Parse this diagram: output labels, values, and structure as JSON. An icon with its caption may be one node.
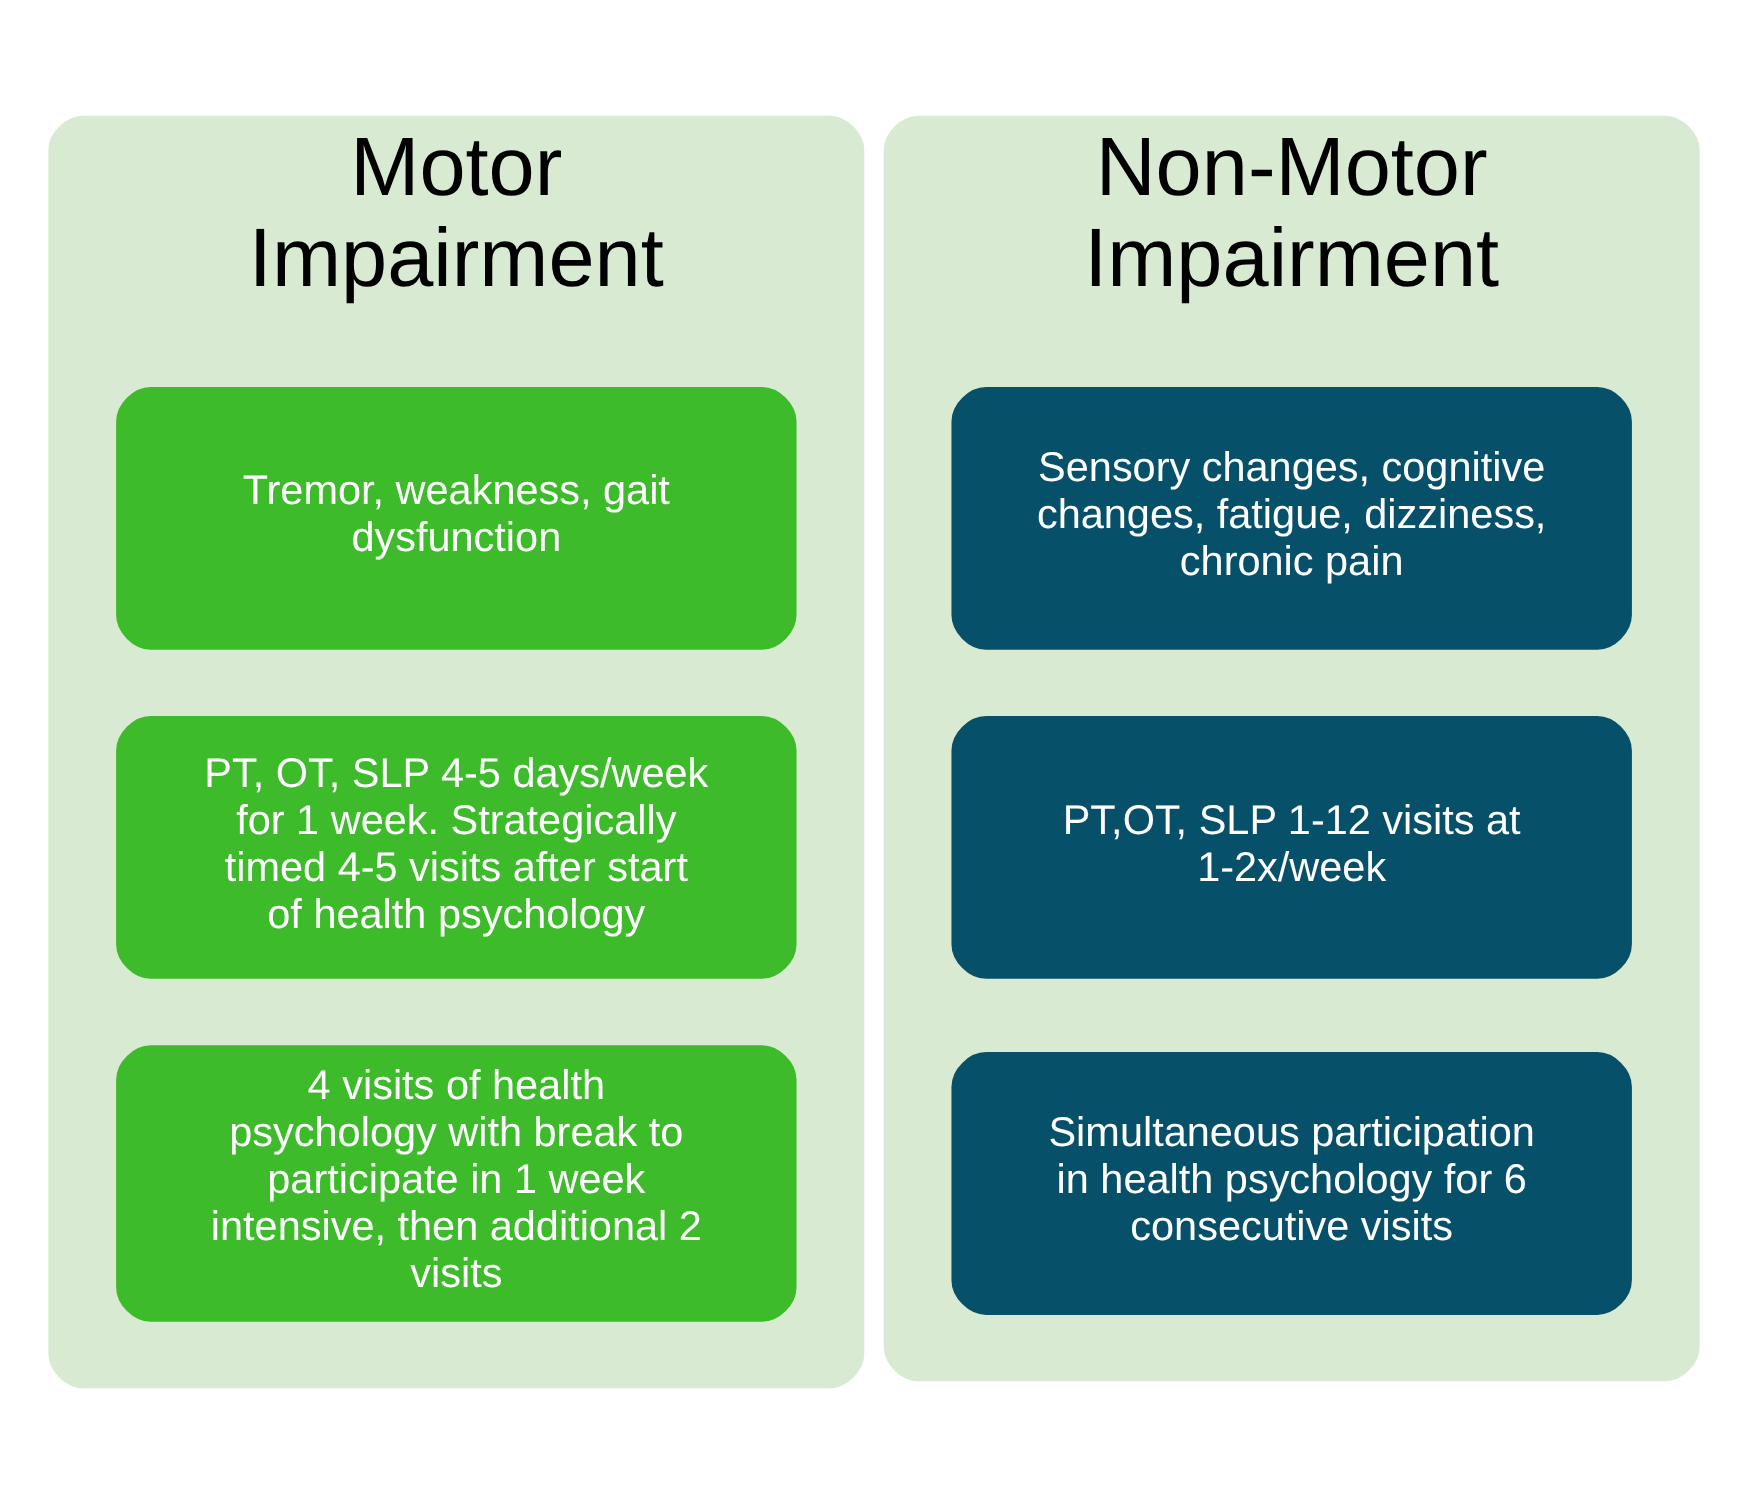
{
  "diagram": {
    "nodes": [
      {
        "text": [
          "Motor Impairment"
        ]
      },
      {
        "text": [
          "Tremor, weakness, gait dysfunction"
        ],
        "in": 0
      },
      {
        "text": [
          "PT, OT, SLP 4-5 days/week for 1 week. Strategically timed 4-5 visits after start of health psychology"
        ],
        "in": 0
      },
      {
        "text": [
          "4 visits of health psychology with break to participate in 1 week intensive, then additional 2 visits"
        ],
        "in": 0
      },
      {
        "text": [
          "Non-Motor Impairment"
        ]
      },
      {
        "text": [
          "Sensory changes, cognitive changes, fatigue, dizziness, chronic pain"
        ],
        "in": 4
      },
      {
        "text": [
          "PT,OT, SLP 1-12 visits at 1-2x/week"
        ],
        "in": 4
      },
      {
        "text": [
          "Simultaneous participation in health psychology for 6 consecutive visits"
        ],
        "in": 4
      }
    ],
    "edges": []
  }
}
